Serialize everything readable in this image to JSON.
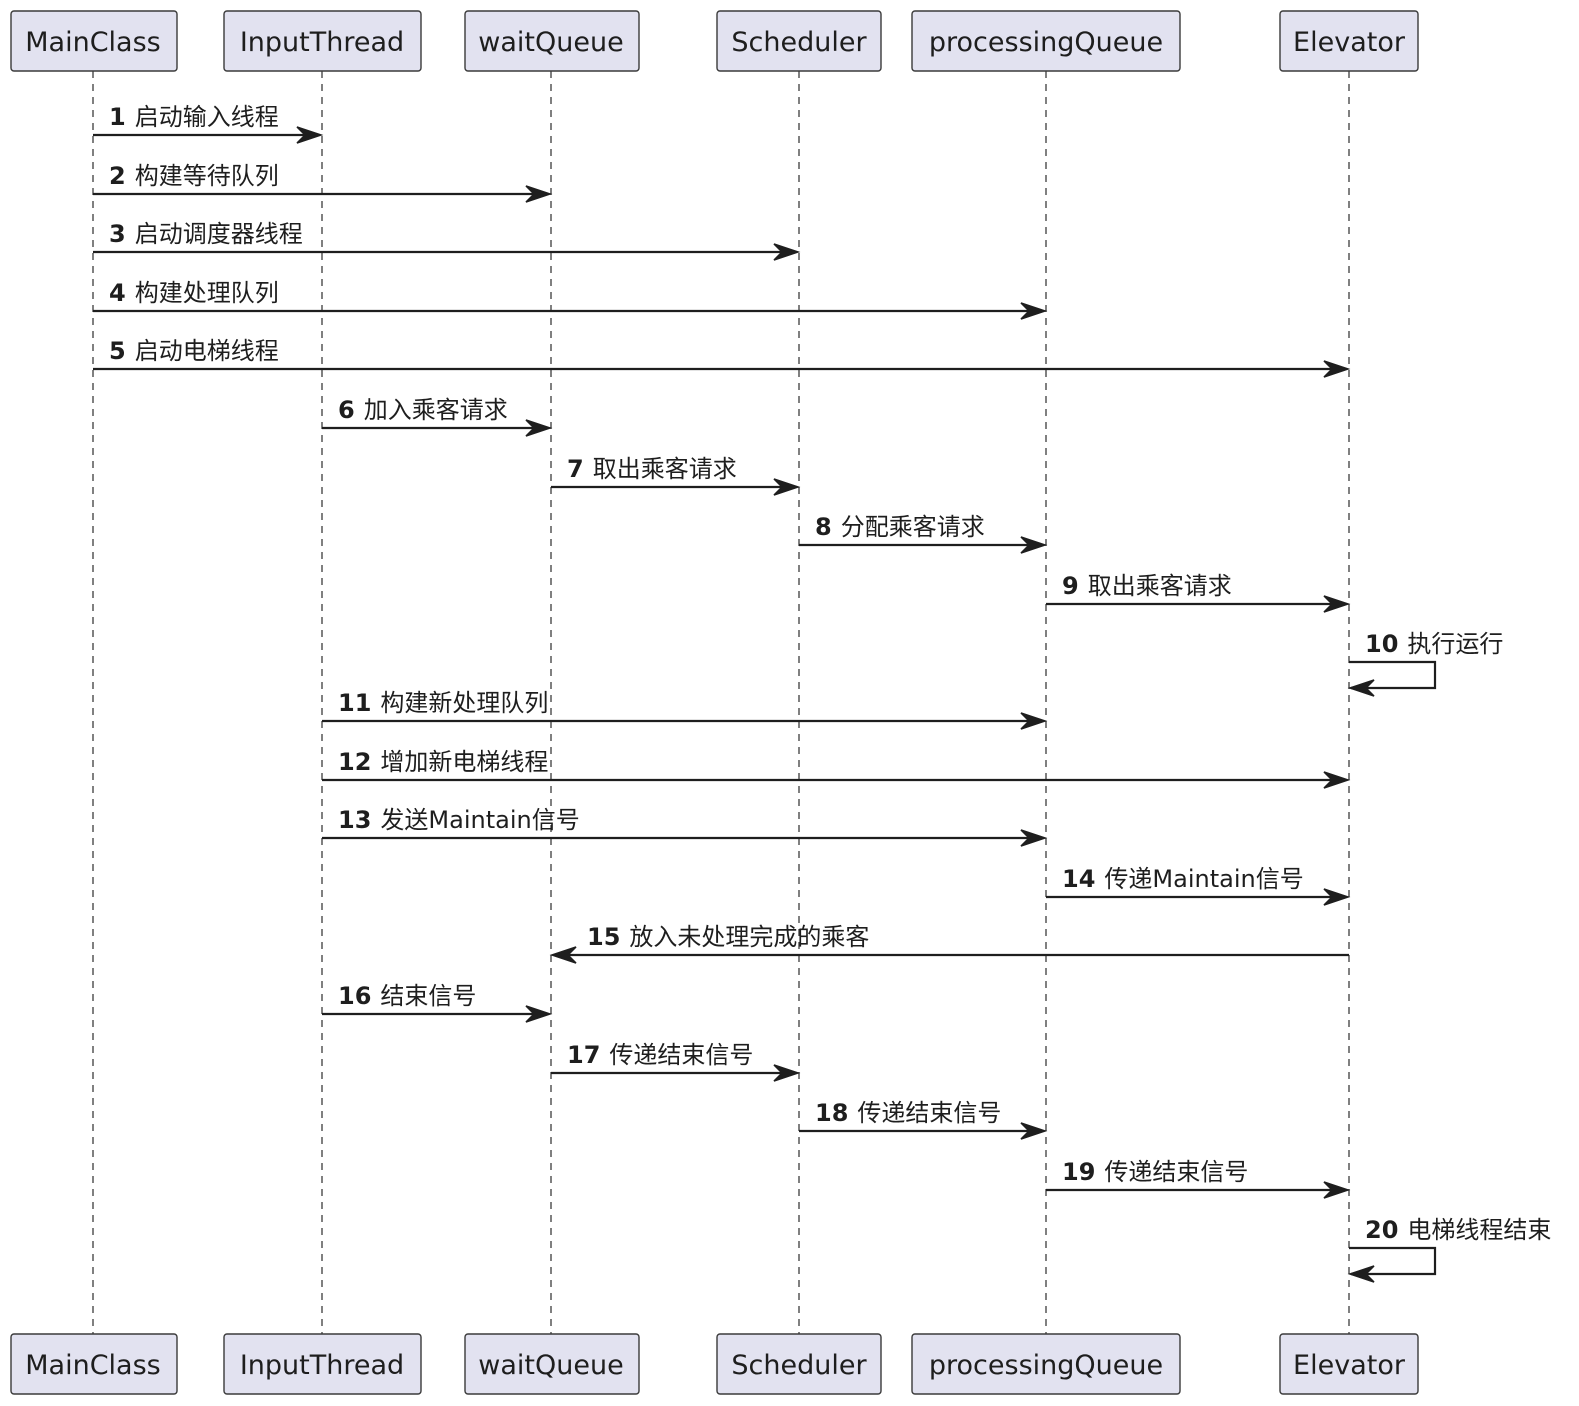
{
  "participants": [
    {
      "id": "MainClass",
      "label": "MainClass"
    },
    {
      "id": "InputThread",
      "label": "InputThread"
    },
    {
      "id": "waitQueue",
      "label": "waitQueue"
    },
    {
      "id": "Scheduler",
      "label": "Scheduler"
    },
    {
      "id": "processingQueue",
      "label": "processingQueue"
    },
    {
      "id": "Elevator",
      "label": "Elevator"
    }
  ],
  "messages": [
    {
      "num": "1",
      "from": "MainClass",
      "to": "InputThread",
      "label": "启动输入线程"
    },
    {
      "num": "2",
      "from": "MainClass",
      "to": "waitQueue",
      "label": "构建等待队列"
    },
    {
      "num": "3",
      "from": "MainClass",
      "to": "Scheduler",
      "label": "启动调度器线程"
    },
    {
      "num": "4",
      "from": "MainClass",
      "to": "processingQueue",
      "label": "构建处理队列"
    },
    {
      "num": "5",
      "from": "MainClass",
      "to": "Elevator",
      "label": "启动电梯线程"
    },
    {
      "num": "6",
      "from": "InputThread",
      "to": "waitQueue",
      "label": "加入乘客请求"
    },
    {
      "num": "7",
      "from": "waitQueue",
      "to": "Scheduler",
      "label": "取出乘客请求"
    },
    {
      "num": "8",
      "from": "Scheduler",
      "to": "processingQueue",
      "label": "分配乘客请求"
    },
    {
      "num": "9",
      "from": "processingQueue",
      "to": "Elevator",
      "label": "取出乘客请求"
    },
    {
      "num": "10",
      "from": "Elevator",
      "to": "Elevator",
      "label": "执行运行"
    },
    {
      "num": "11",
      "from": "InputThread",
      "to": "processingQueue",
      "label": "构建新处理队列"
    },
    {
      "num": "12",
      "from": "InputThread",
      "to": "Elevator",
      "label": "增加新电梯线程"
    },
    {
      "num": "13",
      "from": "InputThread",
      "to": "processingQueue",
      "label": "发送Maintain信号"
    },
    {
      "num": "14",
      "from": "processingQueue",
      "to": "Elevator",
      "label": "传递Maintain信号"
    },
    {
      "num": "15",
      "from": "Elevator",
      "to": "waitQueue",
      "label": "放入未处理完成的乘客"
    },
    {
      "num": "16",
      "from": "InputThread",
      "to": "waitQueue",
      "label": "结束信号"
    },
    {
      "num": "17",
      "from": "waitQueue",
      "to": "Scheduler",
      "label": "传递结束信号"
    },
    {
      "num": "18",
      "from": "Scheduler",
      "to": "processingQueue",
      "label": "传递结束信号"
    },
    {
      "num": "19",
      "from": "processingQueue",
      "to": "Elevator",
      "label": "传递结束信号"
    },
    {
      "num": "20",
      "from": "Elevator",
      "to": "Elevator",
      "label": "电梯线程结束"
    }
  ]
}
